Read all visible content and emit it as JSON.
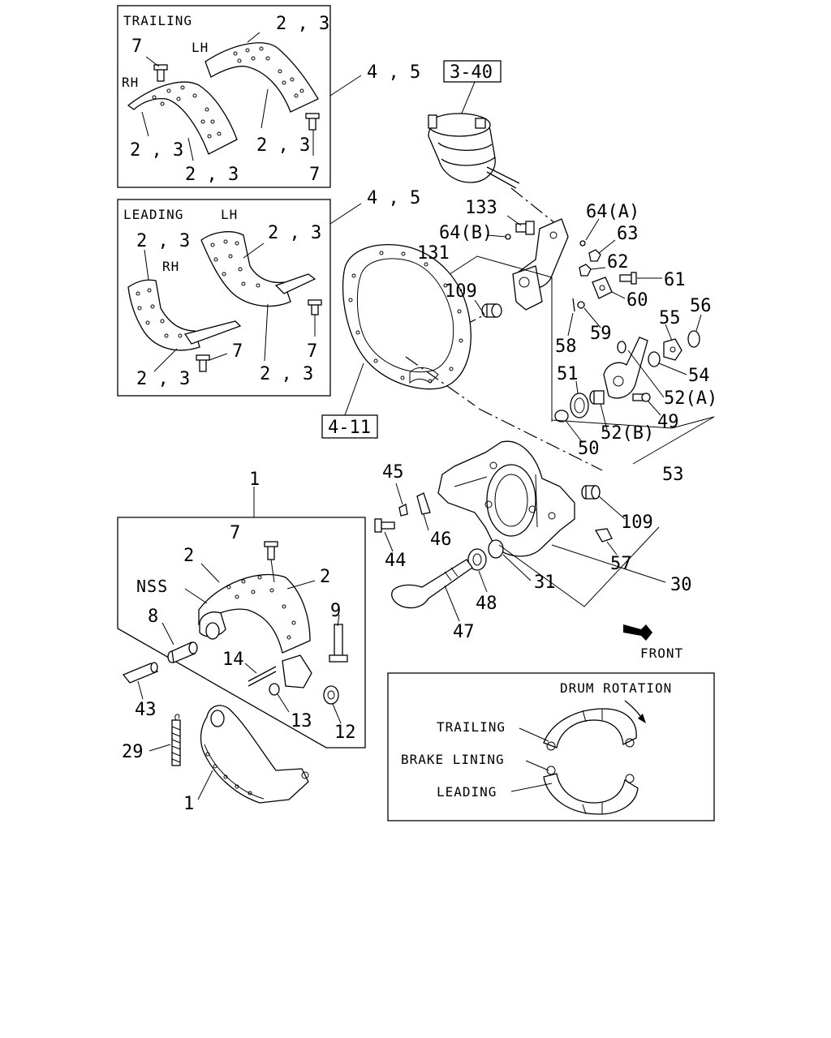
{
  "diagram": {
    "boxes": {
      "trailing": "TRAILING",
      "leading": "LEADING",
      "shoe": "1",
      "rotation": "DRUM ROTATION"
    },
    "refs": [
      "3-40",
      "4-11"
    ],
    "captions": {
      "lh_top": "LH",
      "rh_top": "RH",
      "lh_mid": "LH",
      "rh_mid": "RH",
      "nss": "NSS",
      "front": "FRONT",
      "trailing_ind": "TRAILING",
      "lining": "BRAKE LINING",
      "leading_ind": "LEADING"
    },
    "labels": {
      "t_23a": "2 , 3",
      "t_7a": "7",
      "t_23b": "2 , 3",
      "t_23c": "2 , 3",
      "t_23d": "2 , 3",
      "t_7b": "7",
      "t_45": "4 , 5",
      "l_45": "4 , 5",
      "l_23a": "2 , 3",
      "l_23b": "2 , 3",
      "l_7a": "7",
      "l_7b": "7",
      "l_23c": "2 , 3",
      "l_23d": "2 , 3",
      "n133": "133",
      "n64b": "64(B)",
      "n64a": "64(A)",
      "n63": "63",
      "n131": "131",
      "n62": "62",
      "n61": "61",
      "n109a": "109",
      "n60": "60",
      "n55": "55",
      "n56": "56",
      "n59": "59",
      "n58": "58",
      "n54": "54",
      "n51": "51",
      "n52a": "52(A)",
      "n49": "49",
      "n50": "50",
      "n52b": "52(B)",
      "n53": "53",
      "n45": "45",
      "n109b": "109",
      "n46": "46",
      "n44": "44",
      "n57": "57",
      "n31": "31",
      "n30": "30",
      "n48": "48",
      "n47": "47",
      "s_1": "1",
      "s_7": "7",
      "s_2a": "2",
      "s_2b": "2",
      "s_8": "8",
      "s_9": "9",
      "s_14": "14",
      "s_13": "13",
      "s_12": "12",
      "s_43": "43",
      "s_29": "29",
      "s_1b": "1"
    }
  }
}
